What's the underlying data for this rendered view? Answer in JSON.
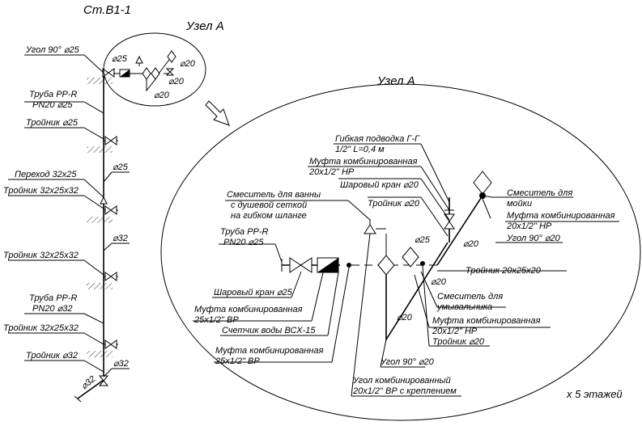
{
  "riser": {
    "title": "Ст.В1-1",
    "labels": {
      "elbow": "Угол 90° ⌀25",
      "pipe1_line1": "Труба PP-R",
      "pipe1_line2": "PN20 ⌀25",
      "tee1": "Тройник ⌀25",
      "d25": "⌀25",
      "reducer": "Переход 32х25",
      "tee2": "Тройник 32х25х32",
      "d32": "⌀32",
      "tee3": "Тройник 32х25х32",
      "pipe2_line1": "Труба PP-R",
      "pipe2_line2": "PN20 ⌀32",
      "tee4": "Тройник 32х25х32",
      "tee5": "Тройник ⌀32",
      "d32_b": "⌀32",
      "d32_c": "⌀32"
    }
  },
  "small_node": {
    "title": "Узел А",
    "d25": "⌀25",
    "d20_a": "⌀20",
    "d20_b": "⌀20",
    "d20_c": "⌀20"
  },
  "big_node": {
    "title": "Узел А",
    "labels": {
      "flex_line1": "Гибкая подводка Г-Г",
      "flex_line2": "1/2\" L=0,4 м",
      "coupling1_line1": "Муфта комбинированная",
      "coupling1_line2": "20х1/2\" НР",
      "ball_valve20": "Шаровый кран ⌀20",
      "tee20": "Тройник ⌀20",
      "sink_mixer_line1": "Смеситель для",
      "sink_mixer_line2": "мойки",
      "coupling2_line1": "Муфта комбинированная",
      "coupling2_line2": "20х1/2\" НР",
      "elbow20": "Угол 90° ⌀20",
      "bath_mixer_line1": "Смеситель для ванны",
      "bath_mixer_line2": "с душевой сеткой",
      "bath_mixer_line3": "на гибком шланге",
      "pipe_line1": "Труба PP-R",
      "pipe_line2": "PN20 ⌀25",
      "d25": "⌀25",
      "d20_top": "⌀20",
      "tee20x25": "Тройник 20х25х20",
      "ball_valve25": "Шаровый кран ⌀25",
      "d20_mid": "⌀20",
      "washbasin_line1": "Смеситель для",
      "washbasin_line2": "умывальника",
      "coupling_bp_line1": "Муфта комбинированная",
      "coupling_bp_line2": "25х1/2\" ВР",
      "coupling3_line1": "Муфта комбинированная",
      "coupling3_line2": "20х1/2\" НР",
      "meter": "Счетчик воды ВСХ-15",
      "tee20_b": "Тройник ⌀20",
      "d20_bottom": "⌀20",
      "coupling_bp2_line1": "Муфта комбинированная",
      "coupling_bp2_line2": "25х1/2\" ВР",
      "elbow20_b": "Угол 90° ⌀20",
      "combo_elbow_line1": "Угол комбинированный",
      "combo_elbow_line2": "20х1/2\" ВР с креплением",
      "floors": "х 5 этажей"
    }
  }
}
